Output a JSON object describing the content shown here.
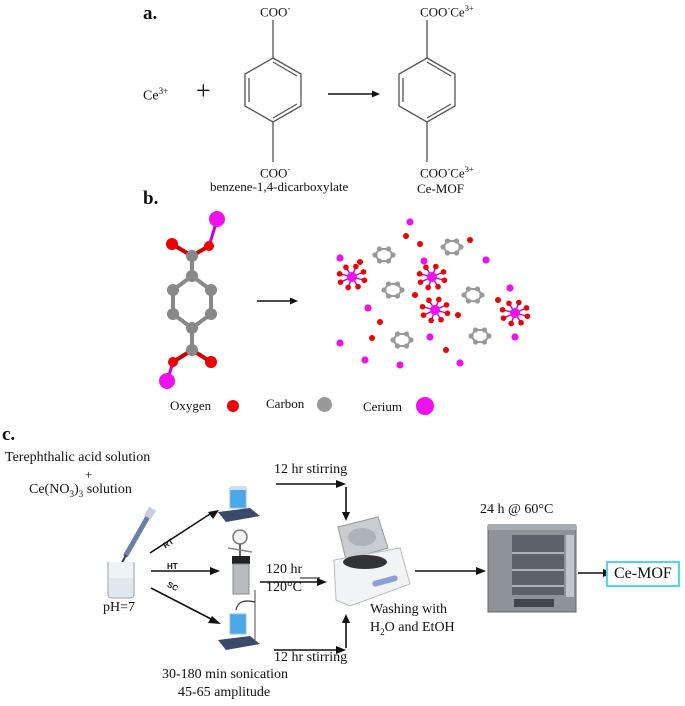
{
  "panel_a": {
    "label": "a.",
    "reactant_ion": "Ce",
    "reactant_ion_charge": "3+",
    "plus": "+",
    "linker_top_group": "COO",
    "linker_top_charge": "-",
    "linker_bottom_group": "COO",
    "linker_bottom_charge": "-",
    "linker_name": "benzene-1,4-dicarboxylate",
    "product_top_group": "COO",
    "product_top_charge": "-",
    "product_top_metal": "Ce",
    "product_top_metal_charge": "3+",
    "product_bottom_group": "COO",
    "product_bottom_charge": "-",
    "product_bottom_metal": "Ce",
    "product_bottom_metal_charge": "3+",
    "product_name": "Ce-MOF"
  },
  "panel_b": {
    "label": "b.",
    "legend": [
      {
        "name": "Oxygen",
        "color": "#e00000"
      },
      {
        "name": "Carbon",
        "color": "#999999"
      },
      {
        "name": "Cerium",
        "color": "#ee11ee"
      }
    ]
  },
  "panel_c": {
    "label": "c.",
    "precursor_line1": "Terephthalic acid solution",
    "precursor_plus": "+",
    "precursor_line2_pre": "Ce(NO",
    "precursor_line2_sub1": "3",
    "precursor_line2_mid": ")",
    "precursor_line2_sub2": "3",
    "precursor_line2_post": " solution",
    "ph_label": "pH=7",
    "route_rt": "RT",
    "route_ht": "HT",
    "route_sc": "SC",
    "rt_step": "12 hr stirring",
    "ht_step_time": "120 hr",
    "ht_step_temp": "120°C",
    "sc_step": "12 hr stirring",
    "sonication_line1": "30-180 min sonication",
    "sonication_line2": "45-65 amplitude",
    "washing_line1": "Washing with",
    "washing_line2_pre": "H",
    "washing_line2_sub": "2",
    "washing_line2_post": "O and EtOH",
    "drying": "24 h @ 60°C",
    "product": "Ce-MOF",
    "product_border_color": "#4fd8e6"
  }
}
